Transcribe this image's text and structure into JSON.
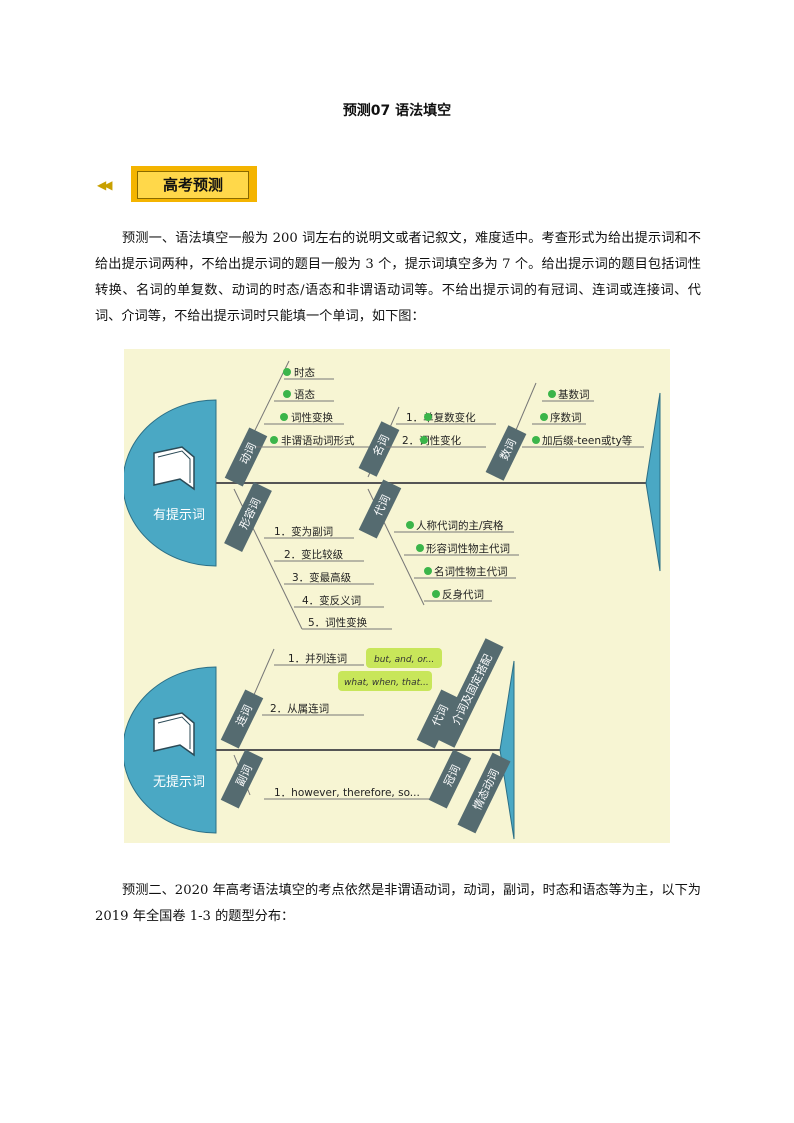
{
  "title": "预测07 语法填空",
  "banner": {
    "label": "高考预测",
    "arrows": "◀◀"
  },
  "para1": "预测一、语法填空一般为 200 词左右的说明文或者记叙文，难度适中。考查形式为给出提示词和不给出提示词两种，不给出提示词的题目一般为 3 个，提示词填空多为 7 个。给出提示词的题目包括词性转换、名词的单复数、动词的时态/语态和非谓语动词等。不给出提示词的有冠词、连词或连接词、代词、介词等，不给出提示词时只能填一个单词，如下图：",
  "para2": "预测二、2020 年高考语法填空的考点依然是非谓语动词，动词，副词，时态和语态等为主，以下为 2019 年全国卷 1-3 的题型分布：",
  "diagram": {
    "top": {
      "head": "有提示词",
      "verb": {
        "cat": "动词",
        "items": [
          "时态",
          "语态",
          "词性变换",
          "非谓语动词形式"
        ]
      },
      "noun": {
        "cat": "名词",
        "items": [
          "1．单复数变化",
          "2．词性变化"
        ]
      },
      "num": {
        "cat": "数词",
        "items": [
          "基数词",
          "序数词",
          "加后缀-teen或ty等"
        ]
      },
      "adj": {
        "cat": "形容词",
        "items": [
          "1．变为副词",
          "2．变比较级",
          "3．变最高级",
          "4．变反义词",
          "5．词性变换"
        ]
      },
      "pron": {
        "cat": "代词",
        "items": [
          "人称代词的主/宾格",
          "形容词性物主代词",
          "名词性物主代词",
          "反身代词"
        ]
      }
    },
    "bottom": {
      "head": "无提示词",
      "conj": {
        "cat": "连词",
        "items": [
          "1．并列连词",
          "2．从属连词"
        ],
        "ex1": "but, and, or...",
        "ex2": "what, when, that..."
      },
      "pron": {
        "cat": "代词"
      },
      "prep": {
        "cat": "介词及固定搭配"
      },
      "adv": {
        "cat": "副词",
        "items": [
          "1．however, therefore, so..."
        ]
      },
      "art": {
        "cat": "冠词"
      },
      "modal": {
        "cat": "情态动词"
      }
    }
  }
}
